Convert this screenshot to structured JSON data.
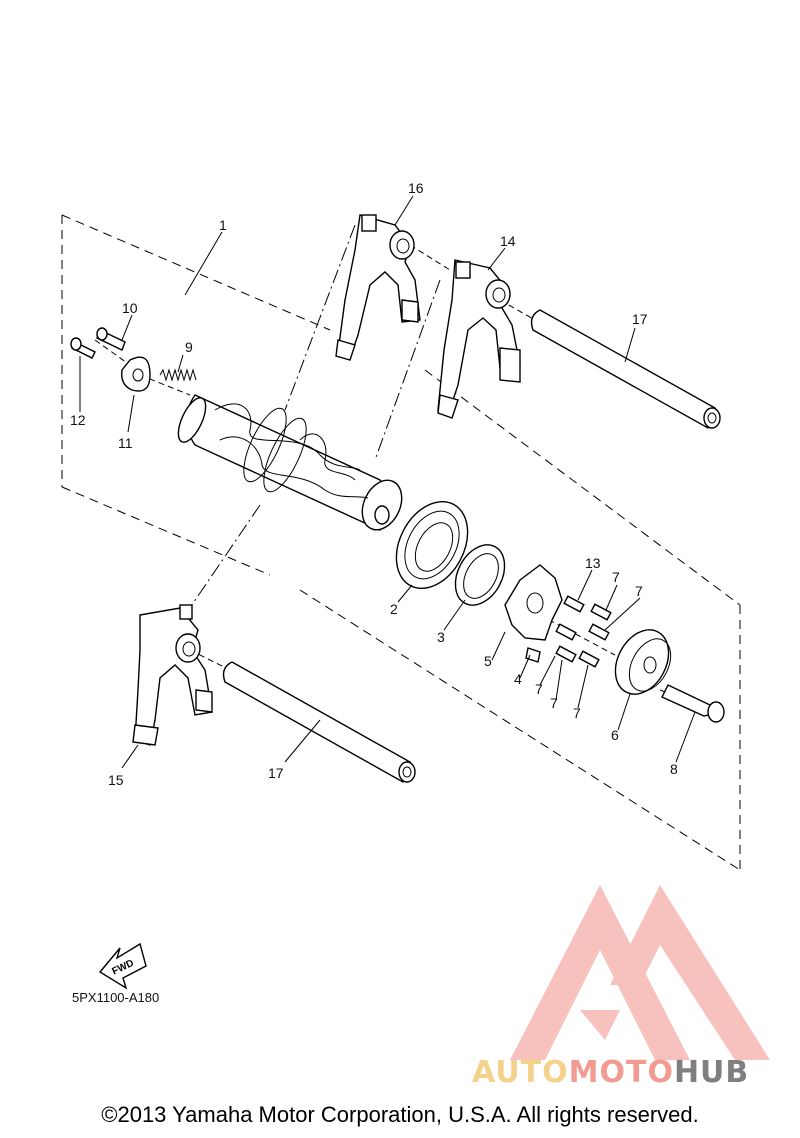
{
  "callouts": {
    "c1": "1",
    "c2": "2",
    "c3": "3",
    "c4": "4",
    "c5": "5",
    "c6": "6",
    "c7a": "7",
    "c7b": "7",
    "c7c": "7",
    "c7d": "7",
    "c7e": "7",
    "c8": "8",
    "c9": "9",
    "c10": "10",
    "c11": "11",
    "c12": "12",
    "c13": "13",
    "c14": "14",
    "c15": "15",
    "c16": "16",
    "c17a": "17",
    "c17b": "17"
  },
  "fwd_label": "FWD",
  "diagram_code": "5PX1100-A180",
  "watermark": {
    "part1": "AUTO",
    "part2": "MOTO",
    "part3": "HUB"
  },
  "copyright": "©2013 Yamaha Motor Corporation, U.S.A. All rights reserved.",
  "colors": {
    "watermark_red": "#f29b92",
    "watermark_yellow": "#f5d28c",
    "watermark_gray": "#7f7f7f"
  }
}
